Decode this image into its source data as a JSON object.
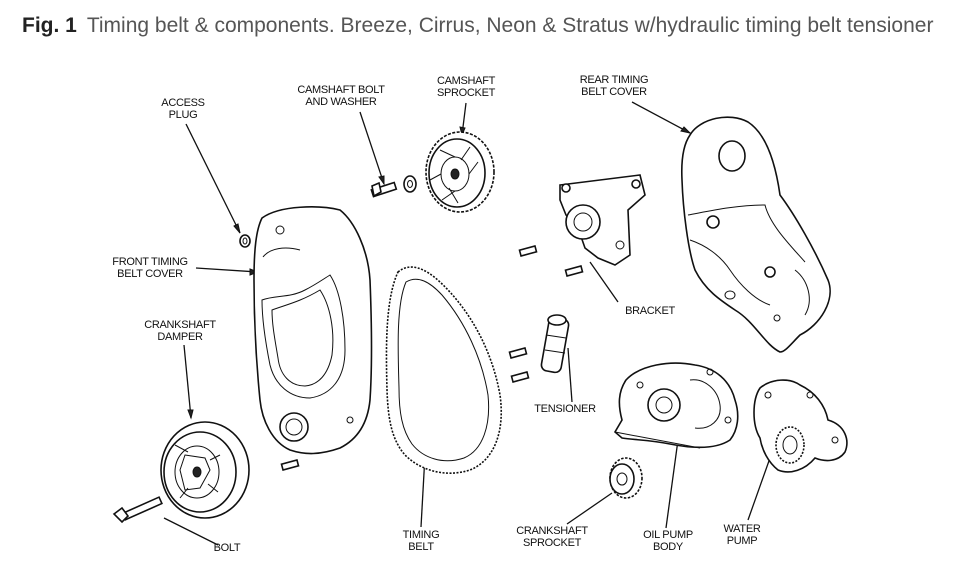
{
  "figure": {
    "number": "Fig. 1",
    "caption": "Timing belt & components. Breeze, Cirrus, Neon & Stratus w/hydraulic timing belt tensioner"
  },
  "labels": {
    "access_plug": [
      "ACCESS",
      "PLUG"
    ],
    "camshaft_bolt": [
      "CAMSHAFT BOLT",
      "AND WASHER"
    ],
    "camshaft_sprocket": [
      "CAMSHAFT",
      "SPROCKET"
    ],
    "rear_cover": [
      "REAR TIMING",
      "BELT COVER"
    ],
    "front_cover": [
      "FRONT TIMING",
      "BELT COVER"
    ],
    "crank_damper": [
      "CRANKSHAFT",
      "DAMPER"
    ],
    "bracket": [
      "BRACKET"
    ],
    "tensioner": [
      "TENSIONER"
    ],
    "bolt": [
      "BOLT"
    ],
    "timing_belt": [
      "TIMING",
      "BELT"
    ],
    "crank_sprocket": [
      "CRANKSHAFT",
      "SPROCKET"
    ],
    "oil_pump": [
      "OIL PUMP",
      "BODY"
    ],
    "water_pump": [
      "WATER",
      "PUMP"
    ]
  }
}
